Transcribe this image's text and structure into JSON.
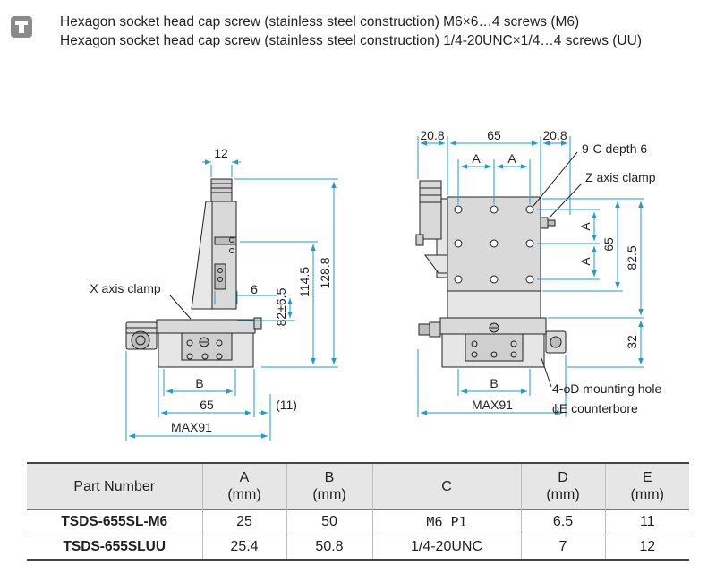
{
  "header": {
    "icon": "screw-icon",
    "line1": "Hexagon socket head cap screw (stainless steel construction) M6×6…4 screws (M6)",
    "line2": "Hexagon socket head cap screw (stainless steel construction) 1/4-20UNC×1/4…4 screws (UU)"
  },
  "side_view": {
    "dim_top": "12",
    "dim_h1": "114.5",
    "dim_h2": "128.8",
    "dim_h3": "82±6.5",
    "dim_6": "6",
    "label_x_clamp": "X axis clamp",
    "dim_b": "B",
    "dim_65": "65",
    "dim_11": "(11)",
    "dim_max": "MAX91"
  },
  "front_view": {
    "dim_left": "20.8",
    "dim_mid": "65",
    "dim_right": "20.8",
    "dim_a1": "A",
    "dim_a2": "A",
    "label_9c": "9-C depth 6",
    "label_z_clamp": "Z axis clamp",
    "dim_av1": "A",
    "dim_av2": "A",
    "dim_65v": "65",
    "dim_825": "82.5",
    "dim_32": "32",
    "dim_b": "B",
    "dim_max": "MAX91",
    "label_mount": "4-ϕD mounting hole",
    "label_counterbore": "ϕE counterbore"
  },
  "table": {
    "headers": [
      {
        "main": "Part Number",
        "sub": ""
      },
      {
        "main": "A",
        "sub": "(mm)"
      },
      {
        "main": "B",
        "sub": "(mm)"
      },
      {
        "main": "C",
        "sub": ""
      },
      {
        "main": "D",
        "sub": "(mm)"
      },
      {
        "main": "E",
        "sub": "(mm)"
      }
    ],
    "rows": [
      {
        "part": "TSDS-655SL-M6",
        "a": "25",
        "b": "50",
        "c": "M6 P1",
        "d": "6.5",
        "e": "11"
      },
      {
        "part": "TSDS-655SLUU",
        "a": "25.4",
        "b": "50.8",
        "c": "1/4-20UNC",
        "d": "7",
        "e": "12"
      }
    ]
  },
  "colors": {
    "line": "#231f20",
    "dim_line": "#1e9ad6",
    "header_bg": "#e6e6e6",
    "stage_fill": "#d9d9d9"
  }
}
